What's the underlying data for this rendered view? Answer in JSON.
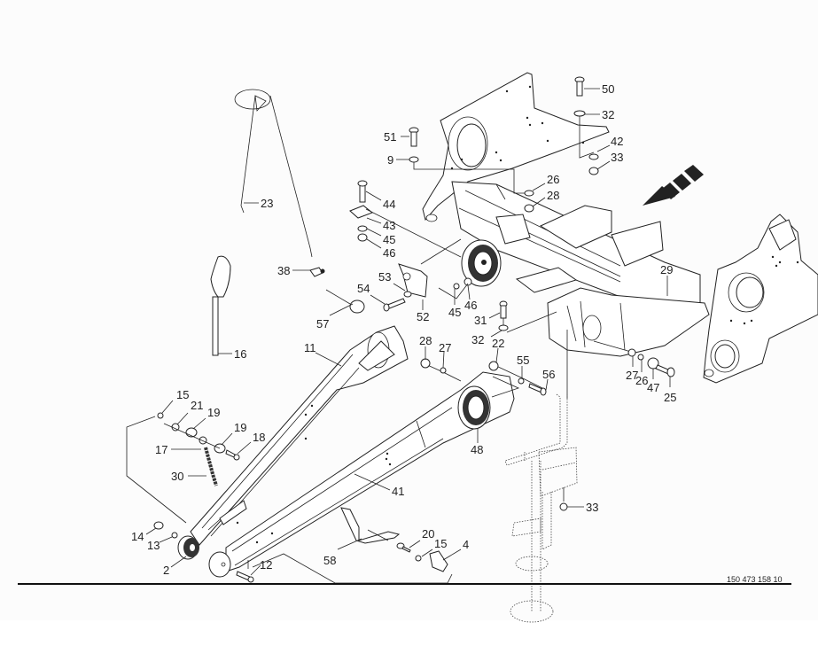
{
  "diagram": {
    "title": "Exploded parts diagram - drawbar / frame assembly",
    "document_number": "150 473 158 10",
    "direction_arrow": "travel-direction-arrow",
    "callouts": [
      {
        "id": "c50",
        "label": "50"
      },
      {
        "id": "c32a",
        "label": "32"
      },
      {
        "id": "c51",
        "label": "51"
      },
      {
        "id": "c9",
        "label": "9"
      },
      {
        "id": "c42",
        "label": "42"
      },
      {
        "id": "c33a",
        "label": "33"
      },
      {
        "id": "c26a",
        "label": "26"
      },
      {
        "id": "c28a",
        "label": "28"
      },
      {
        "id": "c44",
        "label": "44"
      },
      {
        "id": "c43",
        "label": "43"
      },
      {
        "id": "c45a",
        "label": "45"
      },
      {
        "id": "c46a",
        "label": "46"
      },
      {
        "id": "c23",
        "label": "23"
      },
      {
        "id": "c29",
        "label": "29"
      },
      {
        "id": "c38",
        "label": "38"
      },
      {
        "id": "c53",
        "label": "53"
      },
      {
        "id": "c54",
        "label": "54"
      },
      {
        "id": "c57",
        "label": "57"
      },
      {
        "id": "c52",
        "label": "52"
      },
      {
        "id": "c45b",
        "label": "45"
      },
      {
        "id": "c46b",
        "label": "46"
      },
      {
        "id": "c31",
        "label": "31"
      },
      {
        "id": "c32b",
        "label": "32"
      },
      {
        "id": "c16",
        "label": "16"
      },
      {
        "id": "c11",
        "label": "11"
      },
      {
        "id": "c28b",
        "label": "28"
      },
      {
        "id": "c27a",
        "label": "27"
      },
      {
        "id": "c22",
        "label": "22"
      },
      {
        "id": "c55",
        "label": "55"
      },
      {
        "id": "c56",
        "label": "56"
      },
      {
        "id": "c27b",
        "label": "27"
      },
      {
        "id": "c26b",
        "label": "26"
      },
      {
        "id": "c47",
        "label": "47"
      },
      {
        "id": "c25",
        "label": "25"
      },
      {
        "id": "c15a",
        "label": "15"
      },
      {
        "id": "c21",
        "label": "21"
      },
      {
        "id": "c19a",
        "label": "19"
      },
      {
        "id": "c19b",
        "label": "19"
      },
      {
        "id": "c18",
        "label": "18"
      },
      {
        "id": "c17",
        "label": "17"
      },
      {
        "id": "c30",
        "label": "30"
      },
      {
        "id": "c48",
        "label": "48"
      },
      {
        "id": "c41",
        "label": "41"
      },
      {
        "id": "c33b",
        "label": "33"
      },
      {
        "id": "c14",
        "label": "14"
      },
      {
        "id": "c13",
        "label": "13"
      },
      {
        "id": "c2",
        "label": "2"
      },
      {
        "id": "c12",
        "label": "12"
      },
      {
        "id": "c58",
        "label": "58"
      },
      {
        "id": "c20",
        "label": "20"
      },
      {
        "id": "c15b",
        "label": "15"
      },
      {
        "id": "c4",
        "label": "4"
      }
    ]
  }
}
